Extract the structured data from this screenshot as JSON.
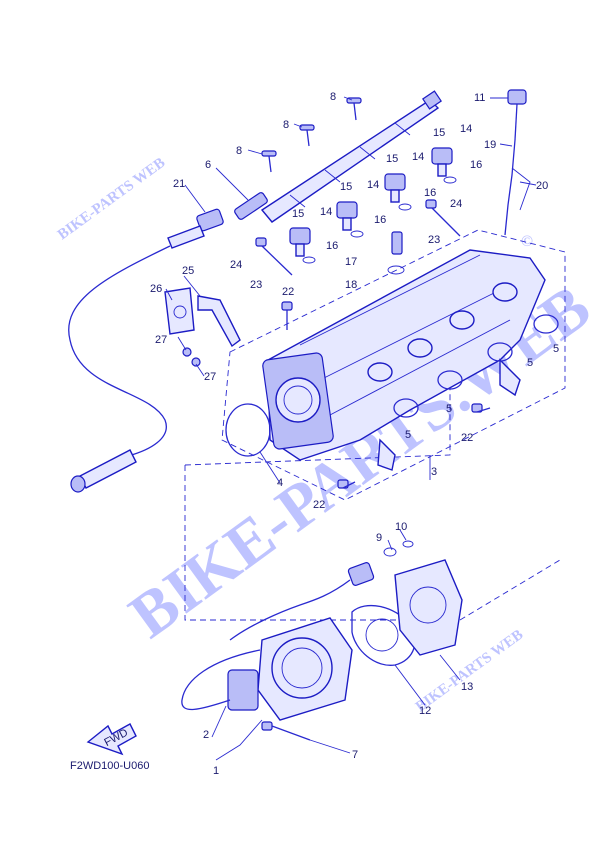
{
  "diagram": {
    "code": "F2WD100-U060",
    "fwd_label": "FWD",
    "copyright_mark": "©",
    "watermarks": [
      {
        "id": "wm-big",
        "text": "BIKE-PARTS.WEB"
      },
      {
        "id": "wm-top-left",
        "text": "BIKE-PARTS WEB"
      },
      {
        "id": "wm-bottom-right",
        "text": "BIKE-PARTS WEB"
      }
    ],
    "callouts": [
      {
        "id": "c8a",
        "label": "8"
      },
      {
        "id": "c8b",
        "label": "8"
      },
      {
        "id": "c8c",
        "label": "8"
      },
      {
        "id": "c6",
        "label": "6"
      },
      {
        "id": "c11",
        "label": "11"
      },
      {
        "id": "c19",
        "label": "19"
      },
      {
        "id": "c20",
        "label": "20"
      },
      {
        "id": "c15a",
        "label": "15"
      },
      {
        "id": "c14a",
        "label": "14"
      },
      {
        "id": "c15b",
        "label": "15"
      },
      {
        "id": "c14b",
        "label": "14"
      },
      {
        "id": "c16a",
        "label": "16"
      },
      {
        "id": "c15c",
        "label": "15"
      },
      {
        "id": "c14c",
        "label": "14"
      },
      {
        "id": "c16b",
        "label": "16"
      },
      {
        "id": "c15d",
        "label": "15"
      },
      {
        "id": "c14d",
        "label": "14"
      },
      {
        "id": "c16c",
        "label": "16"
      },
      {
        "id": "c24a",
        "label": "24"
      },
      {
        "id": "c23a",
        "label": "23"
      },
      {
        "id": "c16d",
        "label": "16"
      },
      {
        "id": "c21",
        "label": "21"
      },
      {
        "id": "c24b",
        "label": "24"
      },
      {
        "id": "c23b",
        "label": "23"
      },
      {
        "id": "c17",
        "label": "17"
      },
      {
        "id": "c18",
        "label": "18"
      },
      {
        "id": "c25",
        "label": "25"
      },
      {
        "id": "c26",
        "label": "26"
      },
      {
        "id": "c22a",
        "label": "22"
      },
      {
        "id": "c27a",
        "label": "27"
      },
      {
        "id": "c27b",
        "label": "27"
      },
      {
        "id": "c5a",
        "label": "5"
      },
      {
        "id": "c5b",
        "label": "5"
      },
      {
        "id": "c5c",
        "label": "5"
      },
      {
        "id": "c5d",
        "label": "5"
      },
      {
        "id": "c4",
        "label": "4"
      },
      {
        "id": "c22b",
        "label": "22"
      },
      {
        "id": "c3",
        "label": "3"
      },
      {
        "id": "c22c",
        "label": "22"
      },
      {
        "id": "c10",
        "label": "10"
      },
      {
        "id": "c9",
        "label": "9"
      },
      {
        "id": "c13",
        "label": "13"
      },
      {
        "id": "c12",
        "label": "12"
      },
      {
        "id": "c2",
        "label": "2"
      },
      {
        "id": "c1",
        "label": "1"
      },
      {
        "id": "c7",
        "label": "7"
      }
    ]
  }
}
